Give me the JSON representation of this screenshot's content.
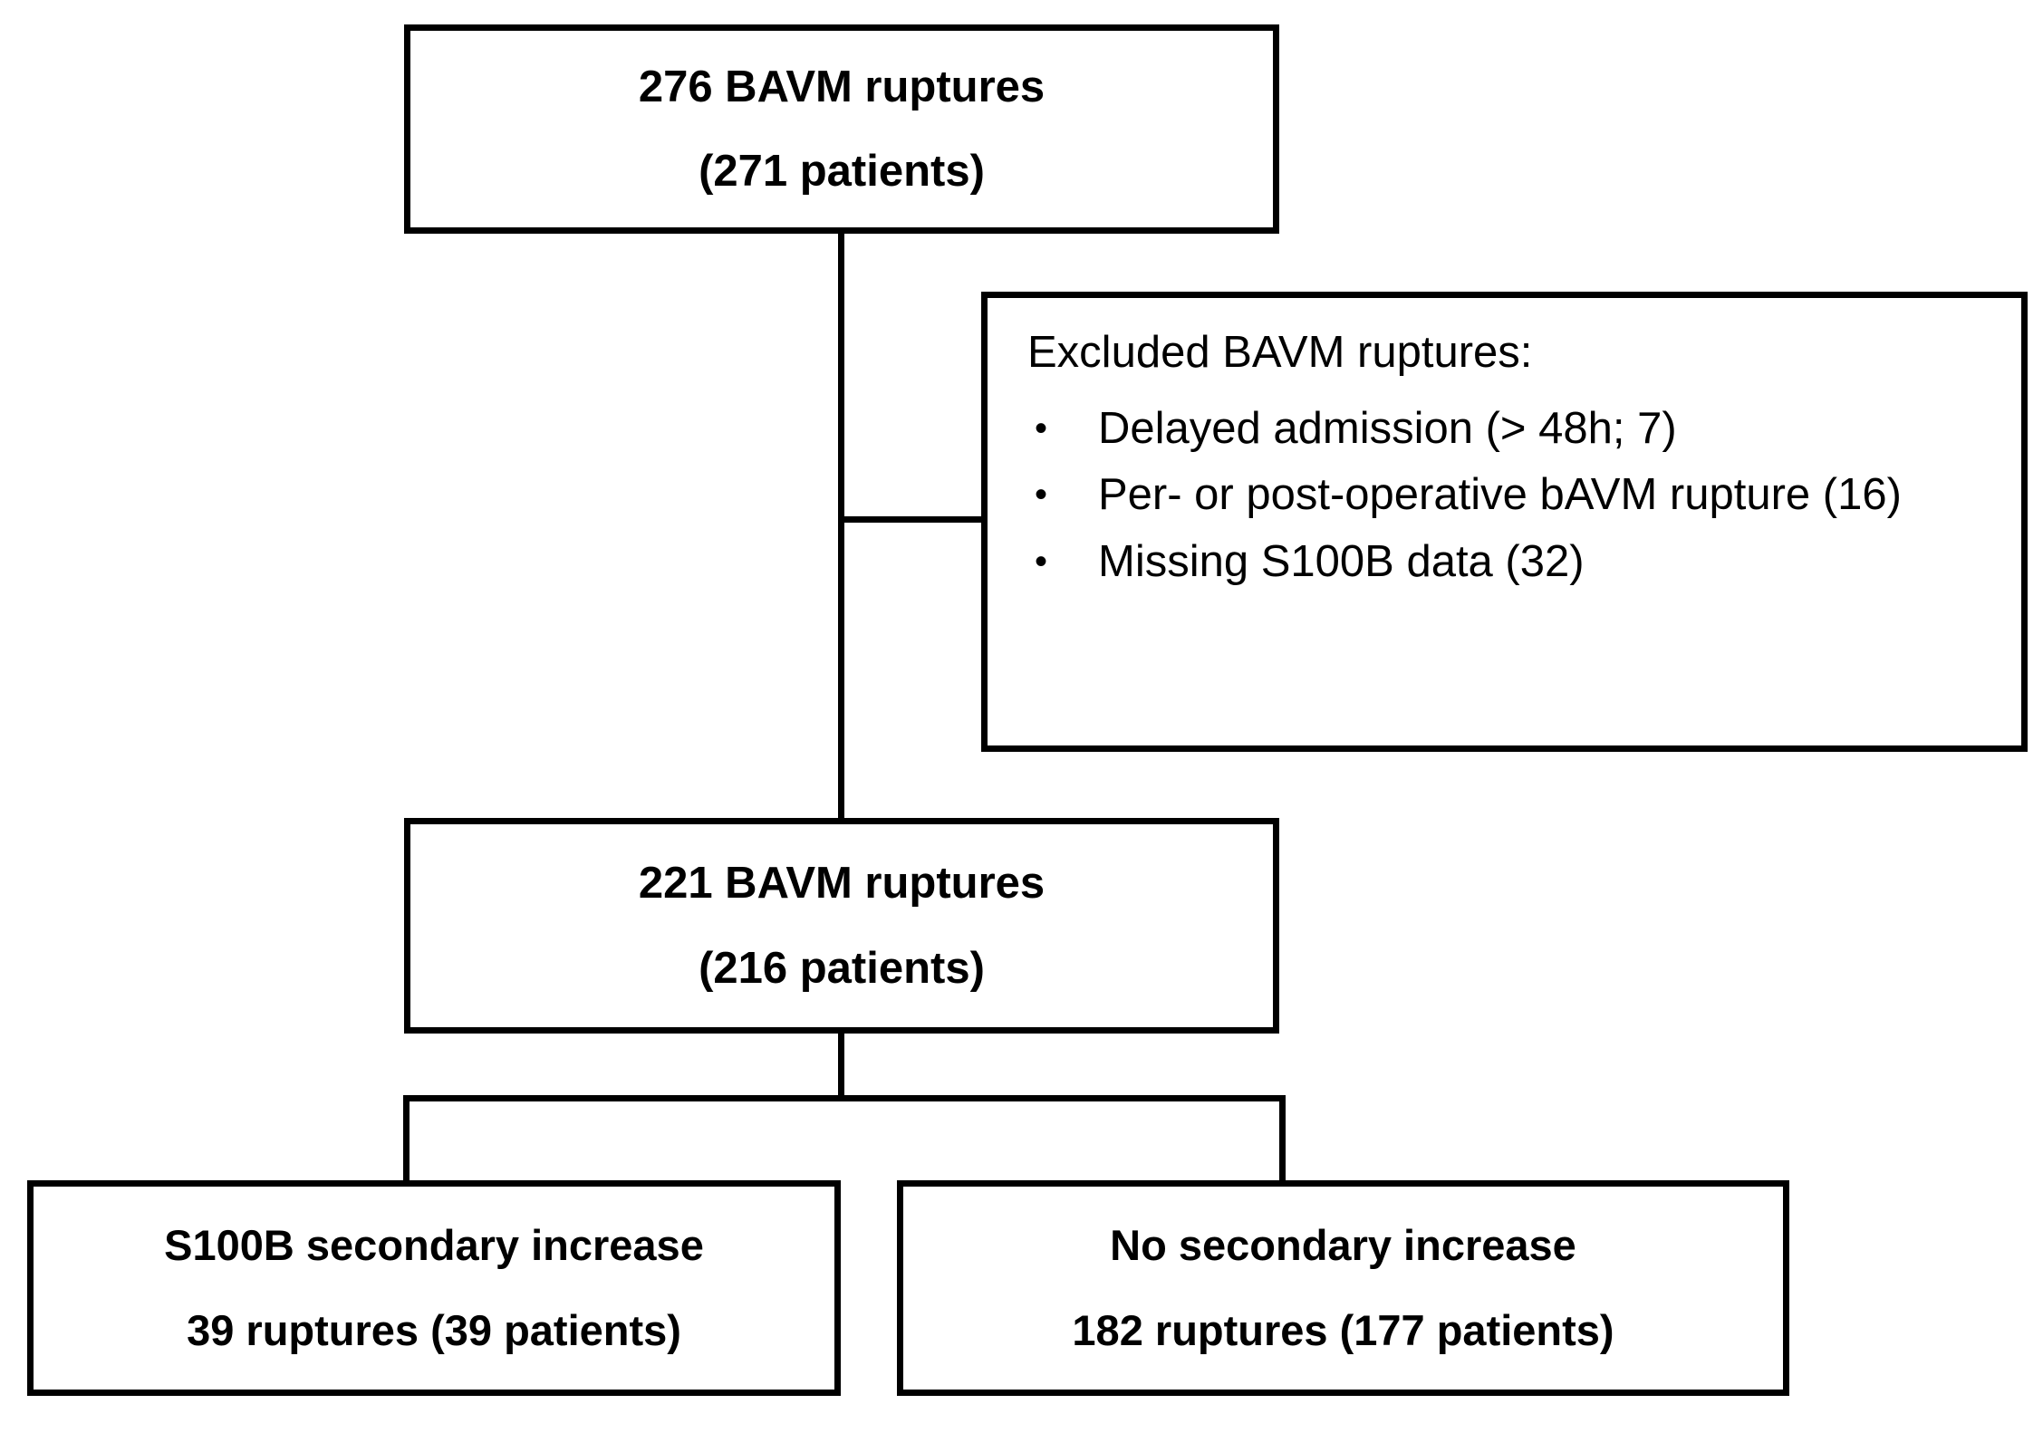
{
  "diagram": {
    "type": "flowchart",
    "title": "BAVM rupture study inclusion flowchart",
    "colors": {
      "background": "#ffffff",
      "border": "#000000",
      "text": "#000000",
      "connector": "#000000"
    },
    "nodes": {
      "total": {
        "line1": "276 BAVM ruptures",
        "line2": "(271 patients)",
        "ruptures": 276,
        "patients": 271
      },
      "excluded": {
        "heading": "Excluded BAVM ruptures:",
        "bullet_glyph": "•",
        "items": [
          {
            "label": "Delayed admission (> 48h; 7)",
            "count": 7
          },
          {
            "label": "Per- or post-operative bAVM rupture (16)",
            "count": 16
          },
          {
            "label": "Missing S100B data (32)",
            "count": 32
          }
        ]
      },
      "included": {
        "line1": "221 BAVM ruptures",
        "line2": "(216 patients)",
        "ruptures": 221,
        "patients": 216
      },
      "increase": {
        "line1": "S100B secondary increase",
        "line2": "39 ruptures (39 patients)",
        "ruptures": 39,
        "patients": 39
      },
      "no_increase": {
        "line1": "No secondary increase",
        "line2": "182 ruptures (177 patients)",
        "ruptures": 182,
        "patients": 177
      }
    }
  }
}
